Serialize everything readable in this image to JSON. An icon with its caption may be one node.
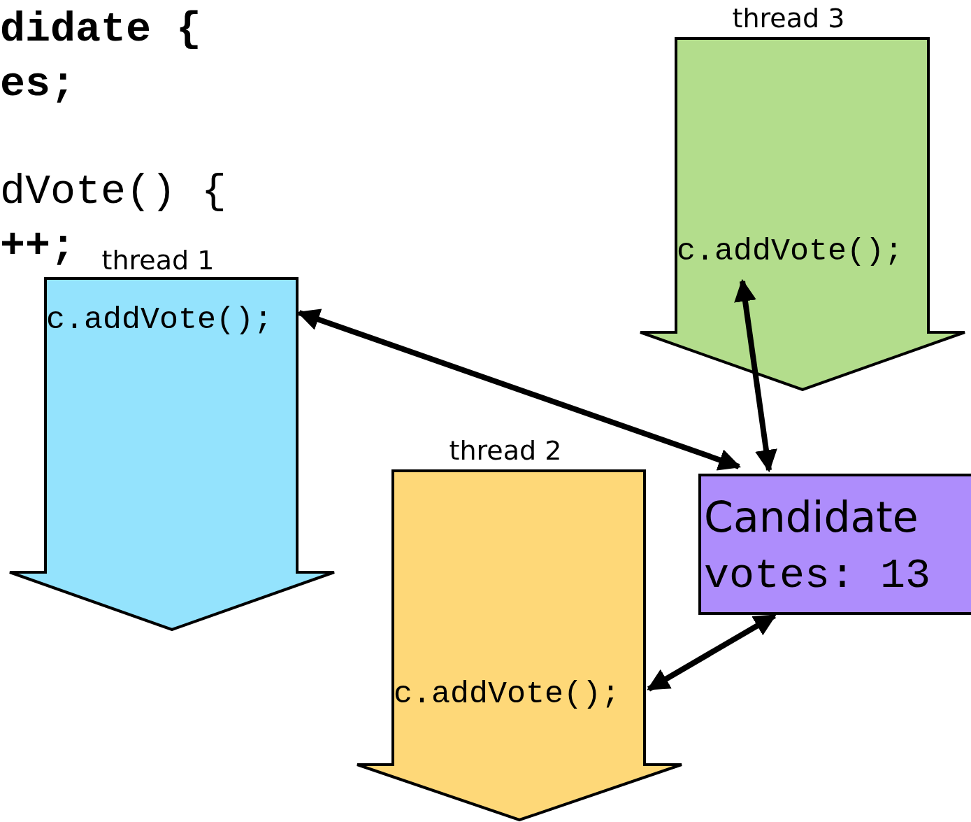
{
  "diagram": {
    "nodes": [
      {
        "text": [
          "thread 1",
          "c.addVote();"
        ]
      },
      {
        "text": [
          "thread 2",
          "c.addVote();"
        ]
      },
      {
        "text": [
          "thread 3",
          "c.addVote();"
        ]
      },
      {
        "text": [
          "Candidate",
          "votes: 13"
        ]
      }
    ],
    "edges": [
      {
        "from": 3,
        "to": 0,
        "arrow": "both"
      },
      {
        "from": 3,
        "to": 2,
        "arrow": "both"
      },
      {
        "from": 3,
        "to": 1,
        "arrow": "both"
      }
    ],
    "labels": [
      "didate {",
      "es;",
      "dVote() {",
      "++;"
    ]
  }
}
